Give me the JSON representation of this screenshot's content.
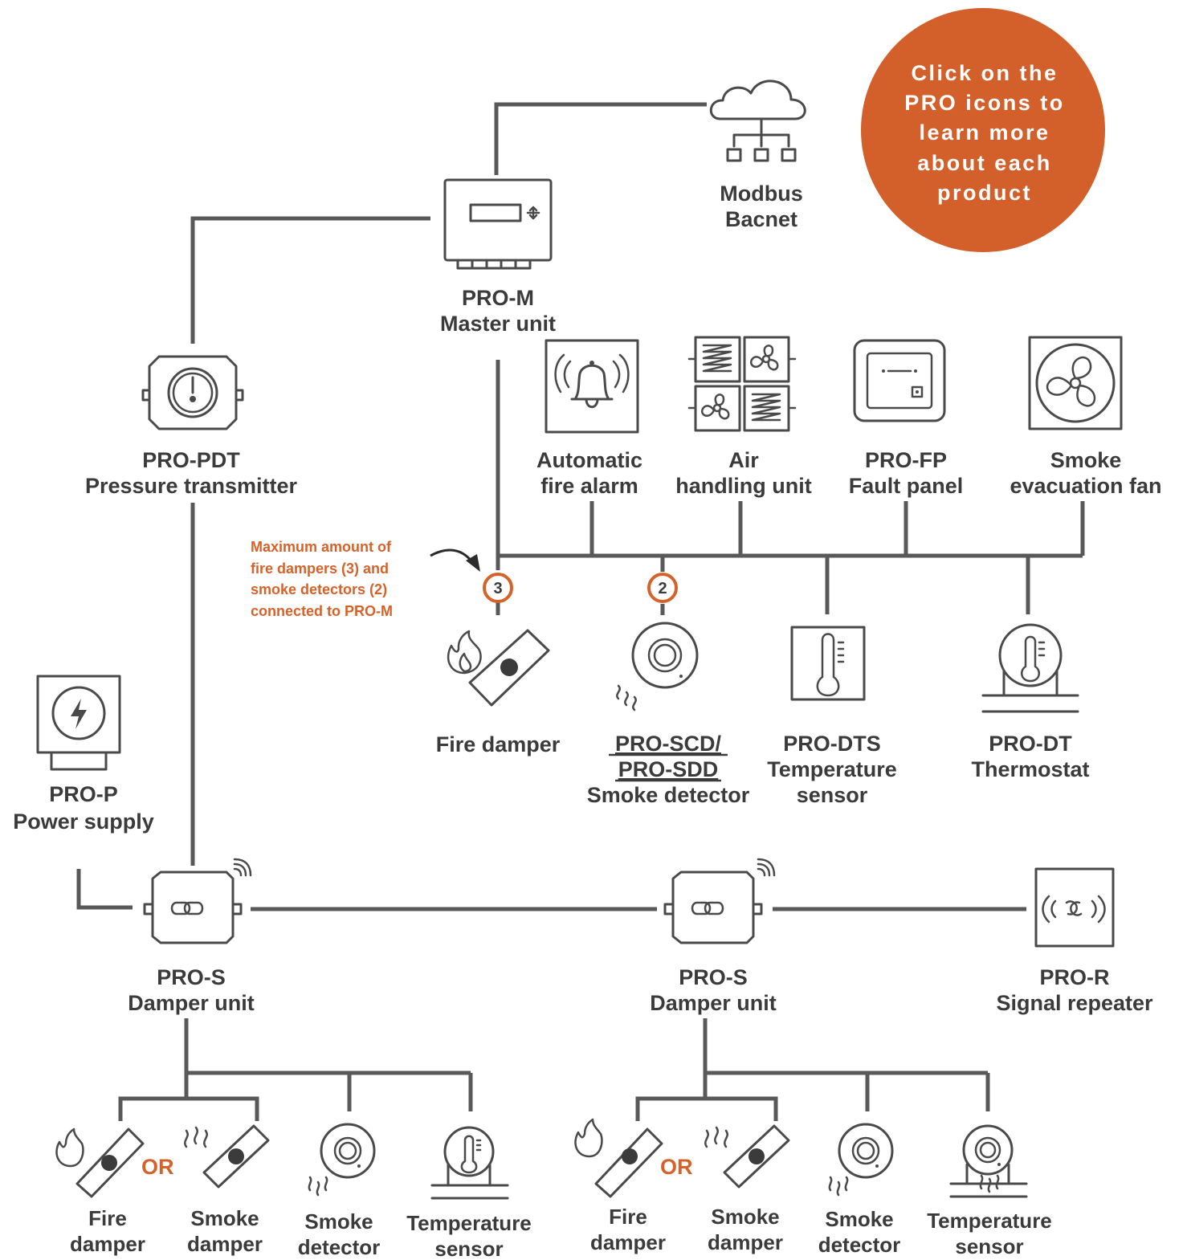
{
  "callout": {
    "lines": [
      "Click on the",
      "PRO icons to",
      "learn more",
      "about each",
      "product"
    ],
    "color": "#d3602b"
  },
  "cloud": {
    "lines": [
      "Modbus",
      "Bacnet"
    ]
  },
  "master": {
    "lines": [
      "PRO-M",
      "Master unit"
    ]
  },
  "pdt": {
    "lines": [
      "PRO-PDT",
      "Pressure transmitter"
    ]
  },
  "alarm": {
    "lines": [
      "Automatic",
      "fire alarm"
    ]
  },
  "ahu": {
    "lines": [
      "Air",
      "handling unit"
    ]
  },
  "fp": {
    "lines": [
      "PRO-FP",
      "Fault panel"
    ]
  },
  "fan": {
    "lines": [
      "Smoke",
      "evacuation fan"
    ]
  },
  "annotation": {
    "lines": [
      "Maximum amount of",
      "fire dampers (3) and",
      "smoke detectors (2)",
      "connected to PRO-M"
    ],
    "color": "#d6622a"
  },
  "badges": {
    "fire": "3",
    "smoke": "2"
  },
  "firedamper": {
    "lines": [
      "Fire damper"
    ]
  },
  "scd": {
    "lines": [
      "PRO-SCD/",
      "PRO-SDD",
      "Smoke detector"
    ]
  },
  "dts": {
    "lines": [
      "PRO-DTS",
      "Temperature",
      "sensor"
    ]
  },
  "dt": {
    "lines": [
      "PRO-DT",
      "Thermostat"
    ]
  },
  "power": {
    "lines": [
      "PRO-P",
      "Power supply"
    ]
  },
  "pros1": {
    "lines": [
      "PRO-S",
      "Damper unit"
    ]
  },
  "pros2": {
    "lines": [
      "PRO-S",
      "Damper unit"
    ]
  },
  "repeater": {
    "lines": [
      "PRO-R",
      "Signal repeater"
    ]
  },
  "or_label": "OR",
  "bottom": {
    "fire": {
      "lines": [
        "Fire",
        "damper"
      ]
    },
    "smoke": {
      "lines": [
        "Smoke",
        "damper"
      ]
    },
    "detector": {
      "lines": [
        "Smoke",
        "detector"
      ]
    },
    "temp": {
      "lines": [
        "Temperature",
        "sensor"
      ]
    }
  }
}
